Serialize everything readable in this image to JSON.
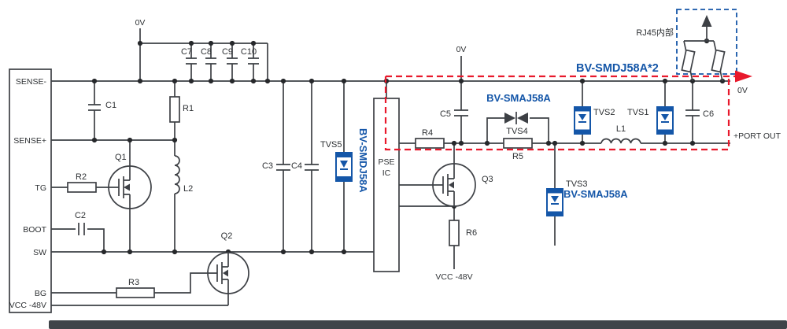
{
  "colors": {
    "wire": "#3d4045",
    "dot": "#26282b",
    "blue": "#1456a8",
    "red": "#e8192c",
    "label": "#2e3134",
    "bg": "#ffffff"
  },
  "connector": {
    "pins": [
      "SENSE-",
      "SENSE+",
      "TG",
      "BOOT",
      "SW",
      "BG",
      "VCC -48V"
    ]
  },
  "nets": {
    "ov_top": "0V",
    "ov_mid": "0V",
    "ov_right": "0V",
    "vcc_bottom": "VCC -48V",
    "port_out": "+PORT OUT"
  },
  "ic": {
    "line1": "PSE",
    "line2": "IC"
  },
  "components": {
    "c1": "C1",
    "c2": "C2",
    "c3": "C3",
    "c4": "C4",
    "c5": "C5",
    "c6": "C6",
    "c7": "C7",
    "c8": "C8",
    "c9": "C9",
    "c10": "C10",
    "r1": "R1",
    "r2": "R2",
    "r3": "R3",
    "r4": "R4",
    "r5": "R5",
    "r6": "R6",
    "l1": "L1",
    "l2": "L2",
    "q1": "Q1",
    "q2": "Q2",
    "q3": "Q3",
    "tvs1": "TVS1",
    "tvs2": "TVS2",
    "tvs3": "TVS3",
    "tvs4": "TVS4",
    "tvs5": "TVS5"
  },
  "annotations": {
    "tvs5_part": "BV-SMDJ58A",
    "surge_path_part": "BV-SMDJ58A*2",
    "tvs4_part": "BV-SMAJ58A",
    "tvs3_part": "BV-SMAJ58A",
    "rj45_label": "RJ45内部"
  }
}
